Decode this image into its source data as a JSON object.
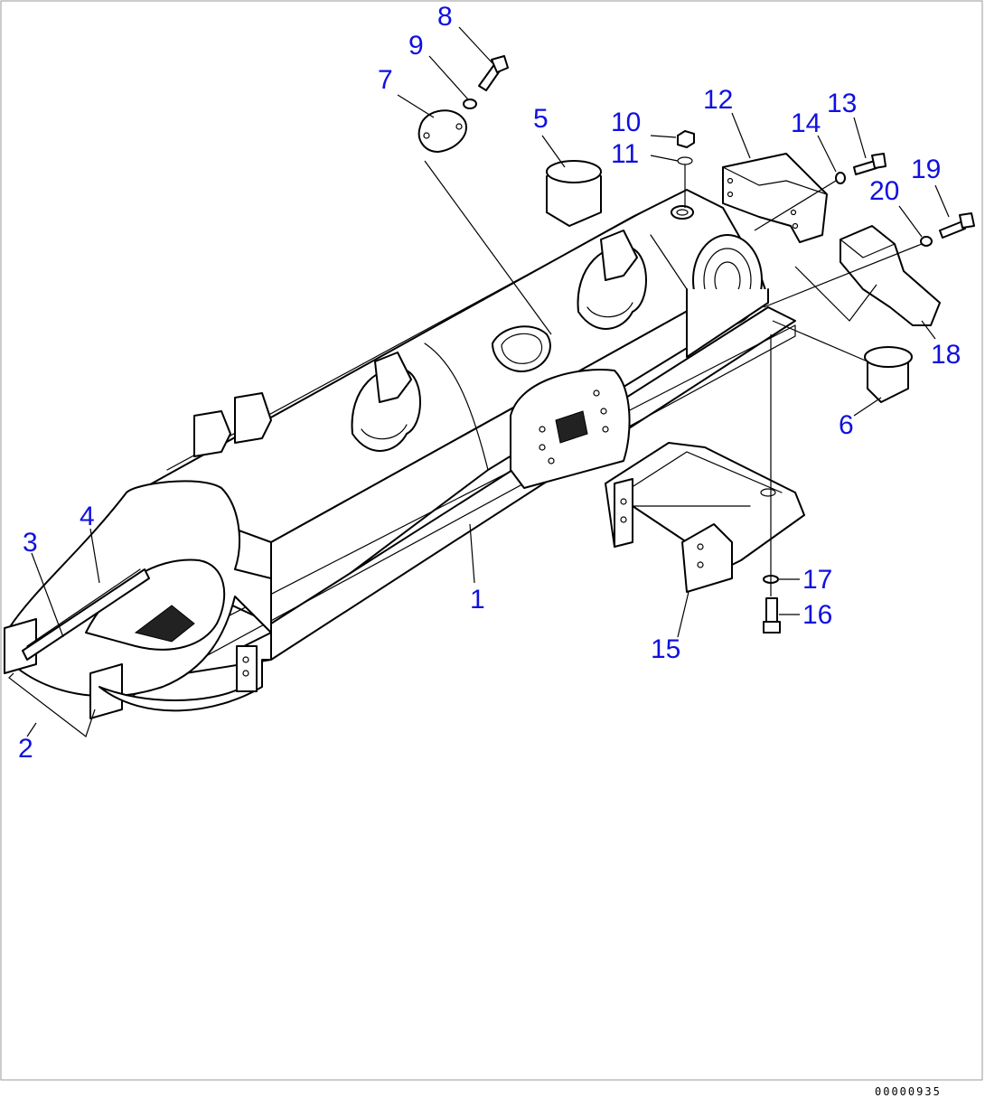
{
  "diagram": {
    "drawing_number": "00000935",
    "callouts": [
      {
        "id": "1",
        "label": "1"
      },
      {
        "id": "2",
        "label": "2"
      },
      {
        "id": "3",
        "label": "3"
      },
      {
        "id": "4",
        "label": "4"
      },
      {
        "id": "5",
        "label": "5"
      },
      {
        "id": "6",
        "label": "6"
      },
      {
        "id": "7",
        "label": "7"
      },
      {
        "id": "8",
        "label": "8"
      },
      {
        "id": "9",
        "label": "9"
      },
      {
        "id": "10",
        "label": "10"
      },
      {
        "id": "11",
        "label": "11"
      },
      {
        "id": "12",
        "label": "12"
      },
      {
        "id": "13",
        "label": "13"
      },
      {
        "id": "14",
        "label": "14"
      },
      {
        "id": "15",
        "label": "15"
      },
      {
        "id": "16",
        "label": "16"
      },
      {
        "id": "17",
        "label": "17"
      },
      {
        "id": "18",
        "label": "18"
      },
      {
        "id": "19",
        "label": "19"
      },
      {
        "id": "20",
        "label": "20"
      }
    ]
  }
}
